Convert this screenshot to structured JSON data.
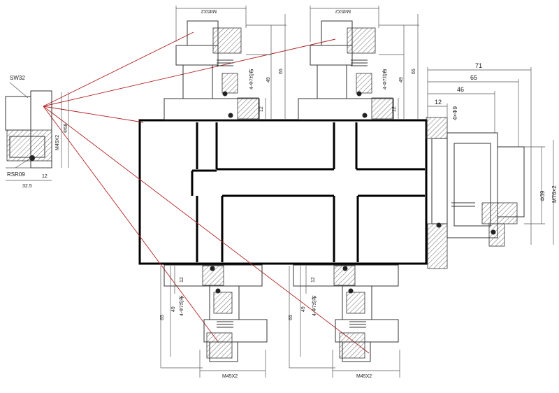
{
  "left_detail": {
    "wrench_label": "SW32",
    "seal_label": "RSR09",
    "thread_label": "M45X2",
    "dia_label": "Φ58",
    "dim_12": "12",
    "dim_32_5": "32.5"
  },
  "top_valves": {
    "thread_label": "M45X2",
    "height_49": "49",
    "height_65": "65",
    "height_12": "12",
    "spring_note": "4-Φ7均布"
  },
  "bottom_valves": {
    "thread_label": "M45X2",
    "height_49": "49",
    "height_65": "65",
    "height_12": "12",
    "spring_note": "4-Φ7均布"
  },
  "right_flange": {
    "dim_71": "71",
    "dim_65": "65",
    "dim_46": "46",
    "dim_12": "12",
    "holes": "4×Φ9",
    "dia_39": "Φ39",
    "thread": "M76×2"
  }
}
